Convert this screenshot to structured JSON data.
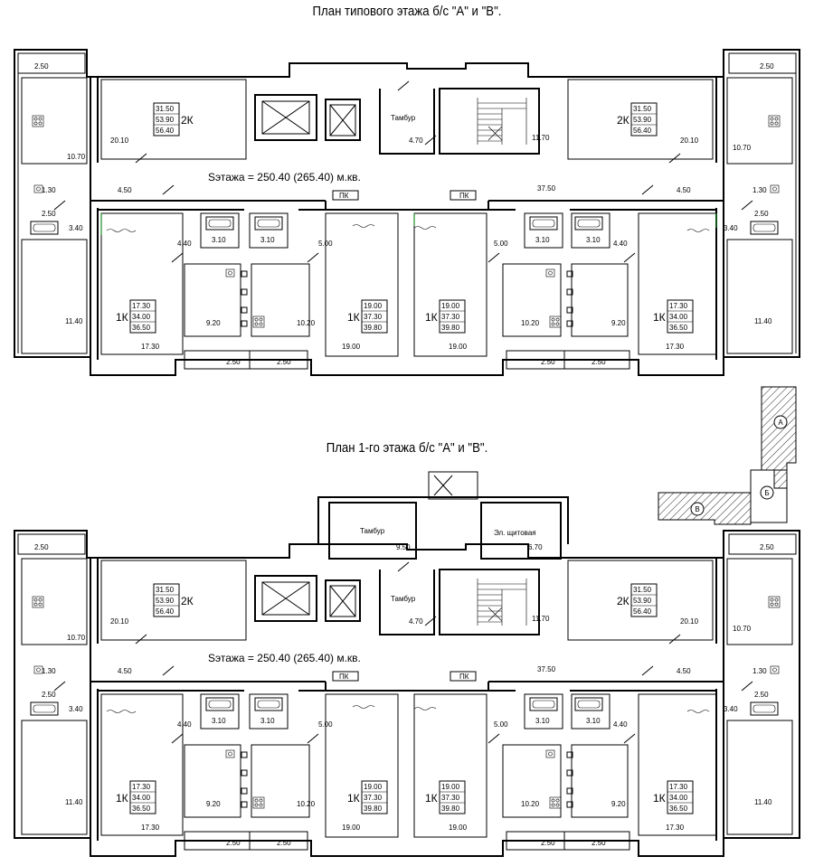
{
  "titles": {
    "typical": "План типового этажа б/с \"А\" и \"В\".",
    "first": "План 1-го этажа б/с \"А\" и \"В\"."
  },
  "area_label": "Sэтажа = 250.40 (265.40) м.кв.",
  "common": {
    "tambur": "Тамбур",
    "tambur_area": "4.70",
    "stair_area": "11.70",
    "corridor_area": "37.50",
    "pk": "ПК"
  },
  "first_floor_extra": {
    "tambur": "Тамбур",
    "tambur_area": "9.50",
    "panel_room": "Эл. щитовая",
    "panel_area": "6.70"
  },
  "apartments": {
    "two_room": {
      "type": "2К",
      "areas": [
        "31.50",
        "53.90",
        "56.40"
      ],
      "living": "20.10",
      "kitchen": "10.70",
      "bath": "1.30",
      "wc": "2.50",
      "hall": "4.50",
      "balcony": "2.50"
    },
    "one_room_a": {
      "type": "1К",
      "areas": [
        "17.30",
        "34.00",
        "36.50"
      ],
      "living": "17.30",
      "kitchen": "11.40",
      "wc": "2.50",
      "hall": "3.40",
      "hall2": "4.40",
      "bath": "3.10",
      "kitchen2": "9.20",
      "balcony": "2.50"
    },
    "one_room_b": {
      "type": "1К",
      "areas": [
        "19.00",
        "37.30",
        "39.80"
      ],
      "living": "19.00",
      "kitchen": "10.20",
      "bath": "3.10",
      "hall": "5.00",
      "balcony": "2.50"
    }
  },
  "keyplan": {
    "sections": [
      "А",
      "Б",
      "В"
    ]
  }
}
